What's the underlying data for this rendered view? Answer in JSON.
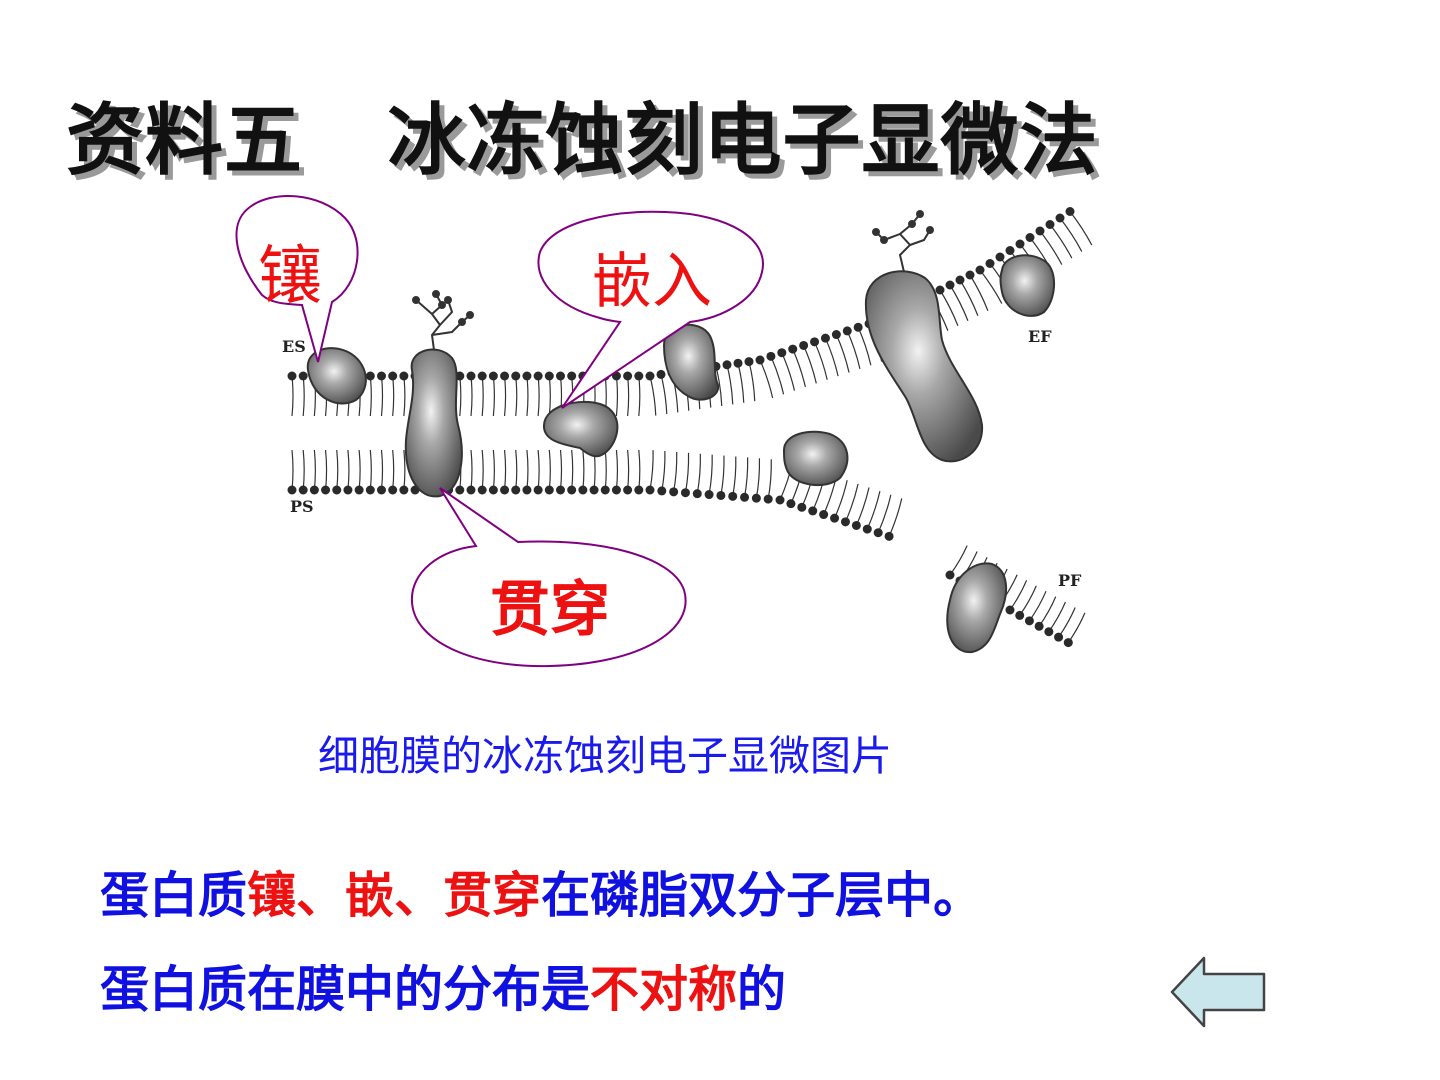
{
  "slide": {
    "title": "资料五   冰冻蚀刻电子显微法"
  },
  "diagram": {
    "region_labels": {
      "es": "ES",
      "ps": "PS",
      "ef": "EF",
      "pf": "PF"
    },
    "callouts": {
      "peripheral": "镶",
      "embedded": "嵌入",
      "transmembrane": "贯穿"
    },
    "colors": {
      "callout_border": "#800080",
      "callout_text": "#ee1111",
      "protein_fill": "#7a7a7a",
      "lipid_head": "#2a2a2a"
    }
  },
  "caption": "细胞膜的冰冻蚀刻电子显微图片",
  "statements": {
    "line1": {
      "prefix": "蛋白质",
      "w1": "镶",
      "sep1": "、",
      "w2": "嵌",
      "sep2": "、",
      "w3": "贯穿",
      "suffix": "在磷脂双分子层中。"
    },
    "line2": {
      "prefix": "蛋白质在膜中的分布是",
      "highlight": "不对称",
      "suffix": "的"
    }
  },
  "colors": {
    "blue_text": "#1010e0",
    "red_text": "#ee1111",
    "nav_arrow_fill": "#c9e6ec"
  },
  "nav": {
    "back_icon": "left-arrow-icon"
  }
}
